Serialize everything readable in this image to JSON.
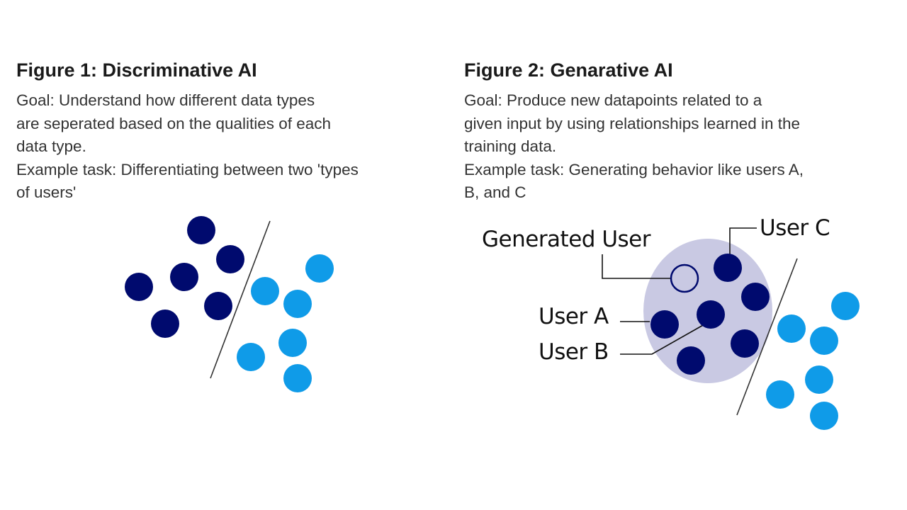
{
  "figure1": {
    "title": "Figure 1: Discriminative AI",
    "lines": [
      "Goal: Understand how different data types",
      "are seperated based on the qualities of each",
      "data type.",
      "Example task: Differentiating between two 'types",
      "of users'"
    ]
  },
  "figure2": {
    "title": "Figure 2: Genarative AI",
    "lines": [
      "Goal: Produce new datapoints related to a",
      "given input by using relationships learned in the",
      "training data.",
      "Example task: Generating behavior like users A,",
      "B, and C"
    ],
    "labels": {
      "generated_user": "Generated User",
      "user_a": "User A",
      "user_b": "User B",
      "user_c": "User C"
    }
  },
  "colors": {
    "dark_points": "#000a6e",
    "light_points": "#0f9be8",
    "cluster_fill": "#c9c9e3",
    "line": "#333333"
  }
}
